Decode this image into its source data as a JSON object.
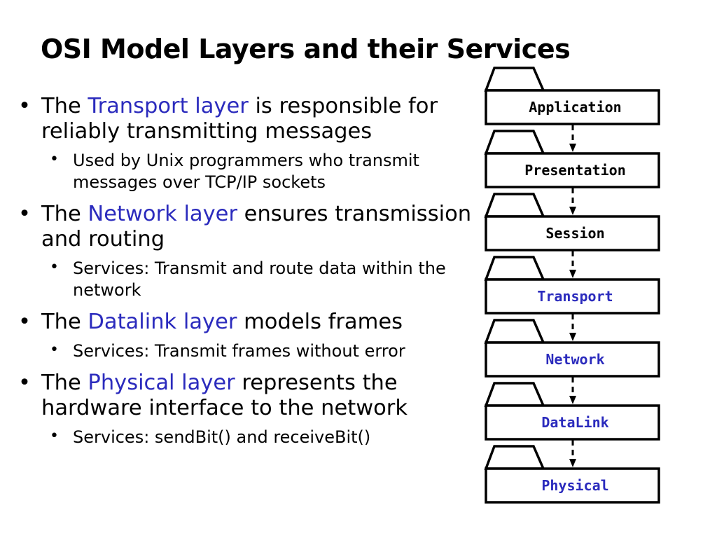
{
  "title": "OSI Model Layers and their Services",
  "colors": {
    "accent": "#2b2bbd",
    "text": "#000000"
  },
  "bullets": [
    {
      "pre": "The ",
      "highlight": "Transport layer",
      "post": " is responsible for reliably transmitting messages",
      "sub": "Used by Unix programmers who transmit messages over TCP/IP sockets"
    },
    {
      "pre": "The ",
      "highlight": "Network layer",
      "post": " ensures transmission and routing",
      "sub": "Services: Transmit and route data within the network"
    },
    {
      "pre": "The ",
      "highlight": "Datalink layer",
      "post": " models frames",
      "sub": "Services: Transmit frames without error"
    },
    {
      "pre": "The ",
      "highlight": "Physical layer",
      "post": " represents the hardware interface to the network",
      "sub": "Services:  sendBit() and receiveBit()"
    }
  ],
  "layers": [
    {
      "name": "Application",
      "highlighted": false
    },
    {
      "name": "Presentation",
      "highlighted": false
    },
    {
      "name": "Session",
      "highlighted": false
    },
    {
      "name": "Transport",
      "highlighted": true
    },
    {
      "name": "Network",
      "highlighted": true
    },
    {
      "name": "DataLink",
      "highlighted": true
    },
    {
      "name": "Physical",
      "highlighted": true
    }
  ]
}
